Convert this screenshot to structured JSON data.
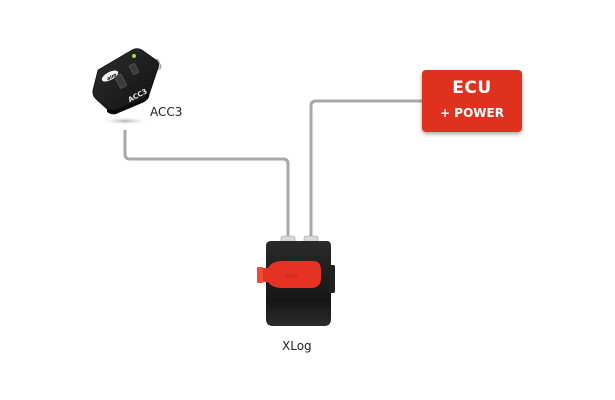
{
  "diagram": {
    "type": "wiring-connection-diagram",
    "devices": [
      {
        "id": "acc3",
        "label": "ACC3",
        "kind": "expansion-module",
        "device_markings": {
          "logo": "aim",
          "model": "ACC3"
        }
      },
      {
        "id": "xlog",
        "label": "XLog",
        "kind": "data-logger"
      },
      {
        "id": "ecu",
        "label": "ECU",
        "sublabel": "+ POWER",
        "kind": "block"
      }
    ],
    "connections": [
      {
        "from": "acc3",
        "to": "xlog",
        "port": "left"
      },
      {
        "from": "ecu",
        "to": "xlog",
        "port": "right"
      }
    ]
  },
  "colors": {
    "background": "#ffffff",
    "cable": "#a8a8a8",
    "ecu_fill": "#e0311f",
    "device_body": "#1c1c1c",
    "xlog_tab": "#e63222",
    "led": "#9be24a"
  }
}
